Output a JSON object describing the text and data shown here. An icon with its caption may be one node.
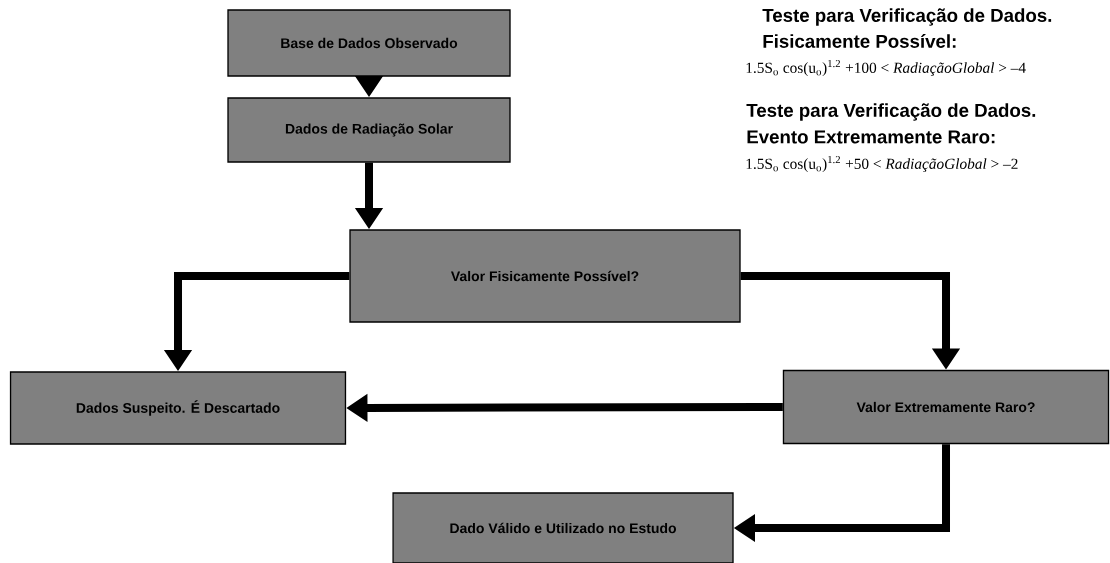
{
  "diagram": {
    "nodes": [
      {
        "text": [
          "Base de Dados Observado"
        ]
      },
      {
        "text": [
          "Dados de Radiação Solar"
        ]
      },
      {
        "text": [
          "Valor Fisicamente Possível?"
        ]
      },
      {
        "text": [
          "Dados Suspeito. É Descartado"
        ]
      },
      {
        "text": [
          "Valor Extremamente Raro?"
        ]
      },
      {
        "text": [
          "Dado Válido e Utilizado no Estudo"
        ]
      }
    ],
    "edges": [
      {
        "from": 0,
        "to": 1,
        "arrow": "to"
      },
      {
        "from": 1,
        "to": 2,
        "arrow": "to"
      },
      {
        "from": 2,
        "to": 3,
        "arrow": "to"
      },
      {
        "from": 2,
        "to": 4,
        "arrow": "to"
      },
      {
        "from": 4,
        "to": 3,
        "arrow": "to"
      },
      {
        "from": 4,
        "to": 5,
        "arrow": "to"
      }
    ],
    "labels": [
      "Teste para Verificação de Dados.",
      "Fisicamente Possível:",
      "1.5S$_{o}$ cos(u$_{o}$)$^{1.2}$ +100 < *RadiaçãoGlobal* > –4",
      "Teste para Verificação de Dados.",
      "Evento Extremamente Raro:",
      "1.5S$_{o}$ cos(u$_{o}$)$^{1.2}$ +50 < *RadiaçãoGlobal* > –2"
    ]
  }
}
